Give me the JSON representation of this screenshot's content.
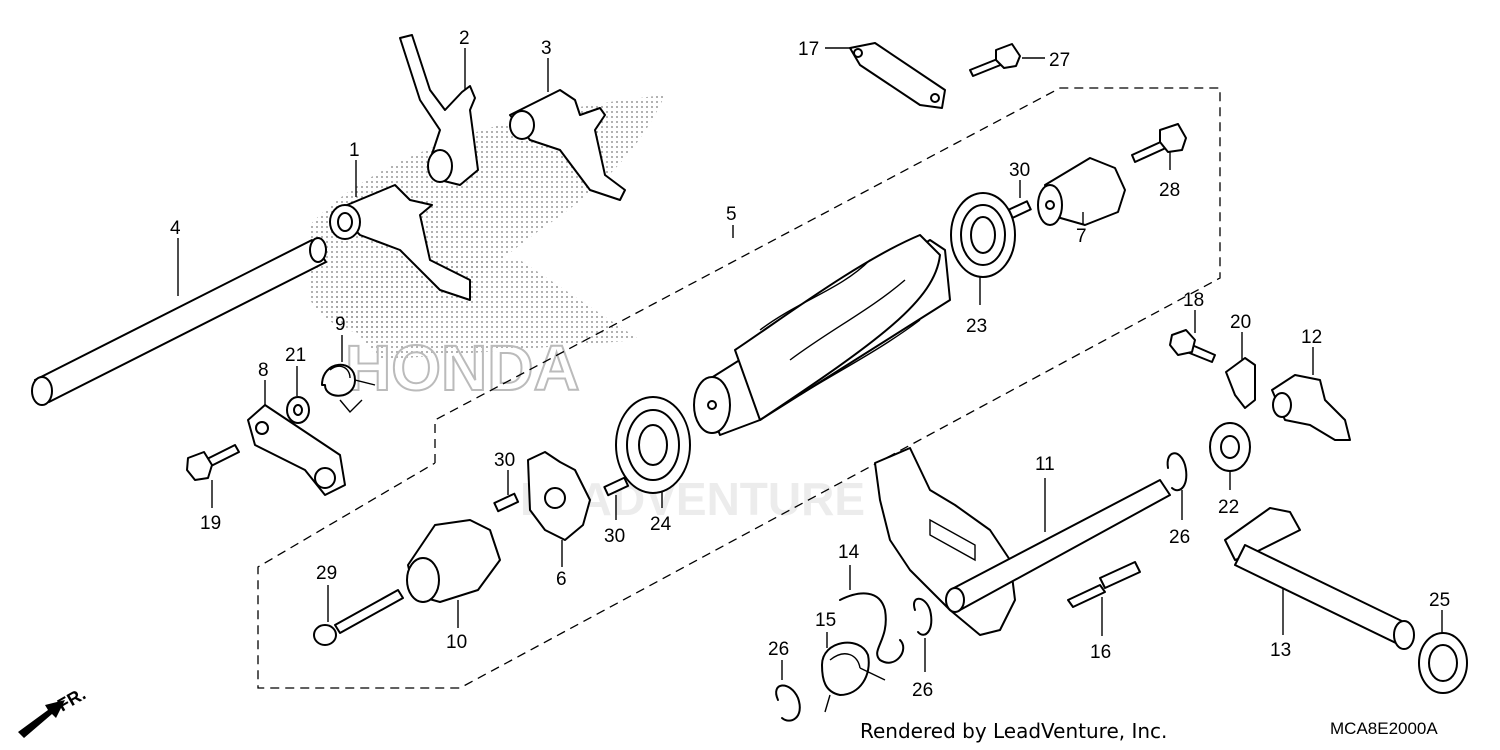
{
  "diagram": {
    "watermark": "HONDA",
    "watermark_brand": "LEADVENTURE",
    "direction_label": "FR.",
    "credit": "Rendered by LeadVenture, Inc.",
    "drawing_code": "MCA8E2000A",
    "callouts": {
      "p1": "1",
      "p2": "2",
      "p3": "3",
      "p4": "4",
      "p5": "5",
      "p6": "6",
      "p7": "7",
      "p8": "8",
      "p9": "9",
      "p10": "10",
      "p11": "11",
      "p12": "12",
      "p13": "13",
      "p14": "14",
      "p15": "15",
      "p16": "16",
      "p17": "17",
      "p18": "18",
      "p19": "19",
      "p20": "20",
      "p21": "21",
      "p22": "22",
      "p23": "23",
      "p24": "24",
      "p25": "25",
      "p26a": "26",
      "p26b": "26",
      "p26c": "26",
      "p27": "27",
      "p28": "28",
      "p29": "29",
      "p30a": "30",
      "p30b": "30",
      "p30c": "30"
    }
  }
}
